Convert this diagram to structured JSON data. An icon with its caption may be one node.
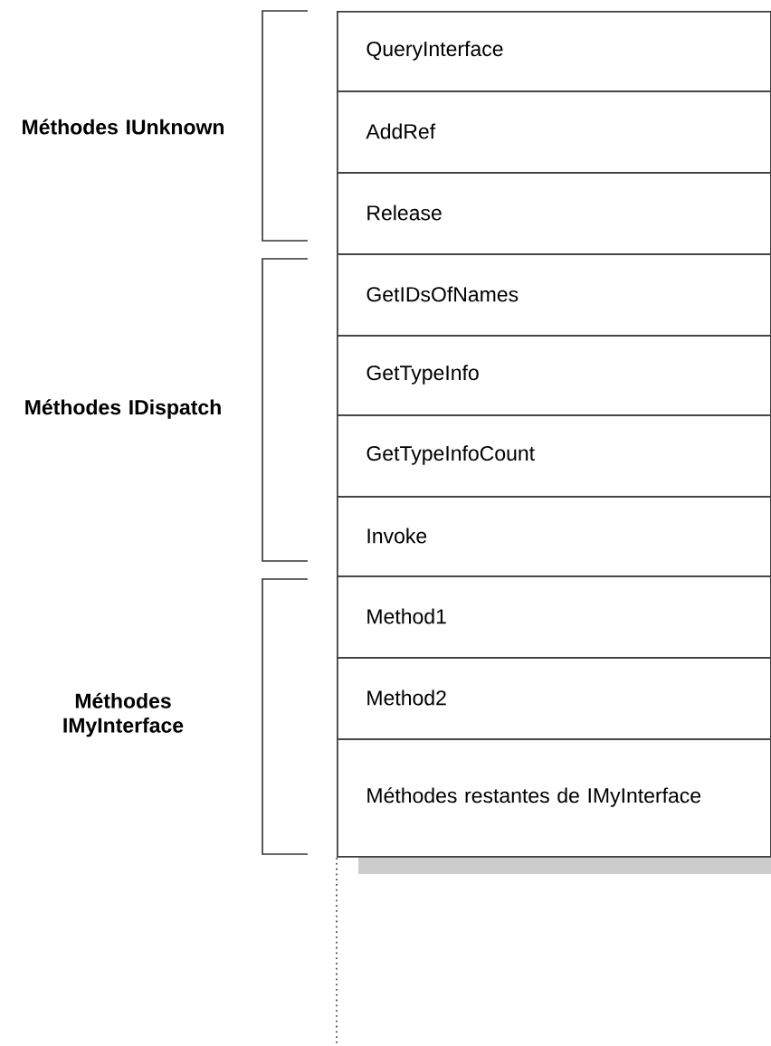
{
  "diagram": {
    "nodes": [
      {
        "text": [
          "QueryInterface"
        ]
      },
      {
        "text": [
          "AddRef"
        ]
      },
      {
        "text": [
          "Release"
        ]
      },
      {
        "text": [
          "GetIDsOfNames"
        ]
      },
      {
        "text": [
          "GetTypeInfo"
        ]
      },
      {
        "text": [
          "GetTypeInfoCount"
        ]
      },
      {
        "text": [
          "Invoke"
        ]
      },
      {
        "text": [
          "Method1"
        ]
      },
      {
        "text": [
          "Method2"
        ]
      },
      {
        "text": [
          "Méthodes restantes de IMyInterface"
        ]
      }
    ],
    "labels": [
      "Méthodes IUnknown",
      "Méthodes IDispatch",
      "Méthodes IMyInterface"
    ]
  }
}
